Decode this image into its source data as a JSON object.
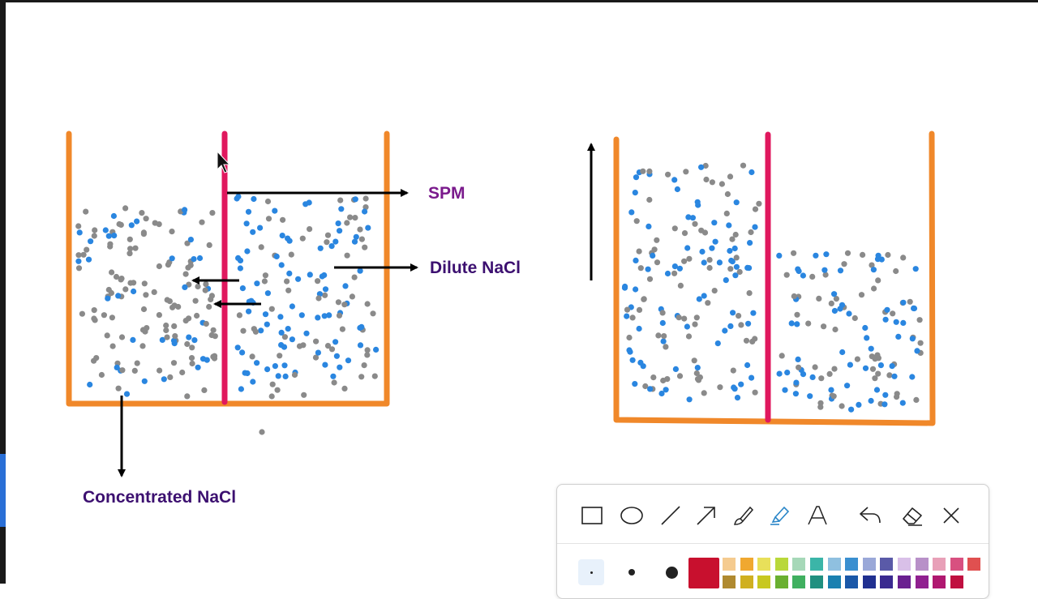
{
  "labels": {
    "spm": "SPM",
    "dilute": "Dilute NaCl",
    "concentrated": "Concentrated NaCl"
  },
  "colors": {
    "container": "#f0882a",
    "membrane": "#e0185e",
    "arrow": "#000000",
    "ion_blue": "#2a86e0",
    "ion_gray": "#8a8a8a",
    "label_spm": "#7a1a8c",
    "label_nacl": "#3c1070"
  },
  "toolbar": {
    "tools": [
      "rectangle-tool-icon",
      "ellipse-tool-icon",
      "line-tool-icon",
      "arrow-tool-icon",
      "brush-tool-icon",
      "highlighter-tool-icon",
      "text-tool-icon",
      "undo-icon",
      "eraser-icon",
      "close-icon"
    ],
    "sizes": [
      "small",
      "medium",
      "large"
    ],
    "active_tool": "highlighter-tool-icon",
    "selected_color": "#c8102e",
    "palette_row1": [
      "#f5cb8f",
      "#f0a830",
      "#e8e05a",
      "#b9d83a",
      "#a6d8b8",
      "#3bb5a8",
      "#8fc0e0",
      "#3a8fd0",
      "#9aa8d8",
      "#5a5aa8",
      "#d9c0e8",
      "#b890c8",
      "#e8a0b8",
      "#d85080",
      "#e05050"
    ],
    "palette_row2": [
      "#b08a30",
      "#d0b020",
      "#c8c820",
      "#6ab030",
      "#40b060",
      "#209080",
      "#1a80b0",
      "#1a58a8",
      "#203090",
      "#3a2a90",
      "#6a2090",
      "#902090",
      "#b01870",
      "#c01040"
    ]
  }
}
